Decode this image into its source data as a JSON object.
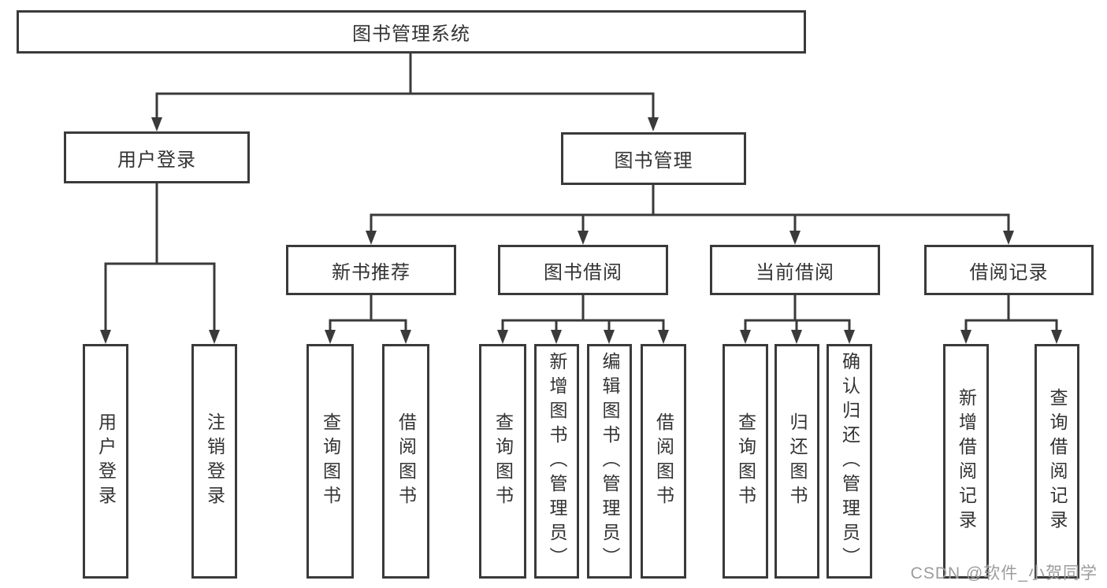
{
  "diagram": {
    "root": {
      "label": "图书管理系统"
    },
    "level2": {
      "user_login": {
        "label": "用户登录"
      },
      "book_mgmt": {
        "label": "图书管理"
      }
    },
    "level3": {
      "new_book_rec": {
        "label": "新书推荐"
      },
      "book_borrow": {
        "label": "图书借阅"
      },
      "current_borrow": {
        "label": "当前借阅"
      },
      "borrow_record": {
        "label": "借阅记录"
      }
    },
    "leaves": {
      "user_login_leaf": {
        "label": "用户登录"
      },
      "logout": {
        "label": "注销登录"
      },
      "query_book_rec": {
        "label": "查询图书"
      },
      "borrow_book_rec": {
        "label": "借阅图书"
      },
      "query_book_borrow": {
        "label": "查询图书"
      },
      "add_book_admin": {
        "label": "新增图书（管理员）"
      },
      "edit_book_admin": {
        "label": "编辑图书（管理员）"
      },
      "borrow_book_borrow": {
        "label": "借阅图书"
      },
      "query_book_current": {
        "label": "查询图书"
      },
      "return_book": {
        "label": "归还图书"
      },
      "confirm_return_admin": {
        "label": "确认归还（管理员）"
      },
      "add_borrow_record": {
        "label": "新增借阅记录"
      },
      "query_borrow_record": {
        "label": "查询借阅记录"
      }
    },
    "colors": {
      "line": "#3a3a3a",
      "text": "#333333",
      "background": "#ffffff"
    }
  },
  "watermark": {
    "text": "CSDN @软件_小贺同学",
    "color": "#9c9c9c"
  }
}
